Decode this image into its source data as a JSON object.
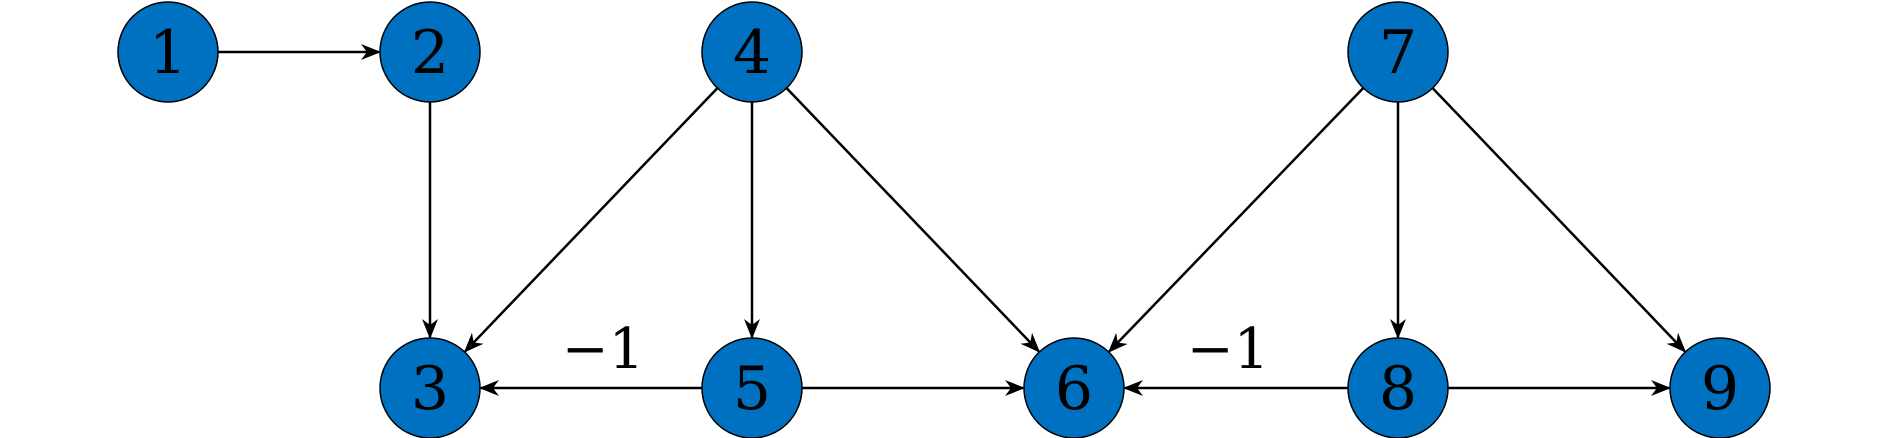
{
  "diagram": {
    "node_color": "#0070C0",
    "edge_color": "#000000",
    "nodes": [
      {
        "id": "1",
        "label": "1"
      },
      {
        "id": "2",
        "label": "2"
      },
      {
        "id": "3",
        "label": "3"
      },
      {
        "id": "4",
        "label": "4"
      },
      {
        "id": "5",
        "label": "5"
      },
      {
        "id": "6",
        "label": "6"
      },
      {
        "id": "7",
        "label": "7"
      },
      {
        "id": "8",
        "label": "8"
      },
      {
        "id": "9",
        "label": "9"
      }
    ],
    "edges": [
      {
        "from": "1",
        "to": "2",
        "label": ""
      },
      {
        "from": "2",
        "to": "3",
        "label": ""
      },
      {
        "from": "4",
        "to": "3",
        "label": ""
      },
      {
        "from": "4",
        "to": "5",
        "label": ""
      },
      {
        "from": "4",
        "to": "6",
        "label": ""
      },
      {
        "from": "5",
        "to": "3",
        "label": "−1"
      },
      {
        "from": "5",
        "to": "6",
        "label": ""
      },
      {
        "from": "7",
        "to": "6",
        "label": ""
      },
      {
        "from": "7",
        "to": "8",
        "label": ""
      },
      {
        "from": "7",
        "to": "9",
        "label": ""
      },
      {
        "from": "8",
        "to": "6",
        "label": "−1"
      },
      {
        "from": "8",
        "to": "9",
        "label": ""
      }
    ]
  }
}
